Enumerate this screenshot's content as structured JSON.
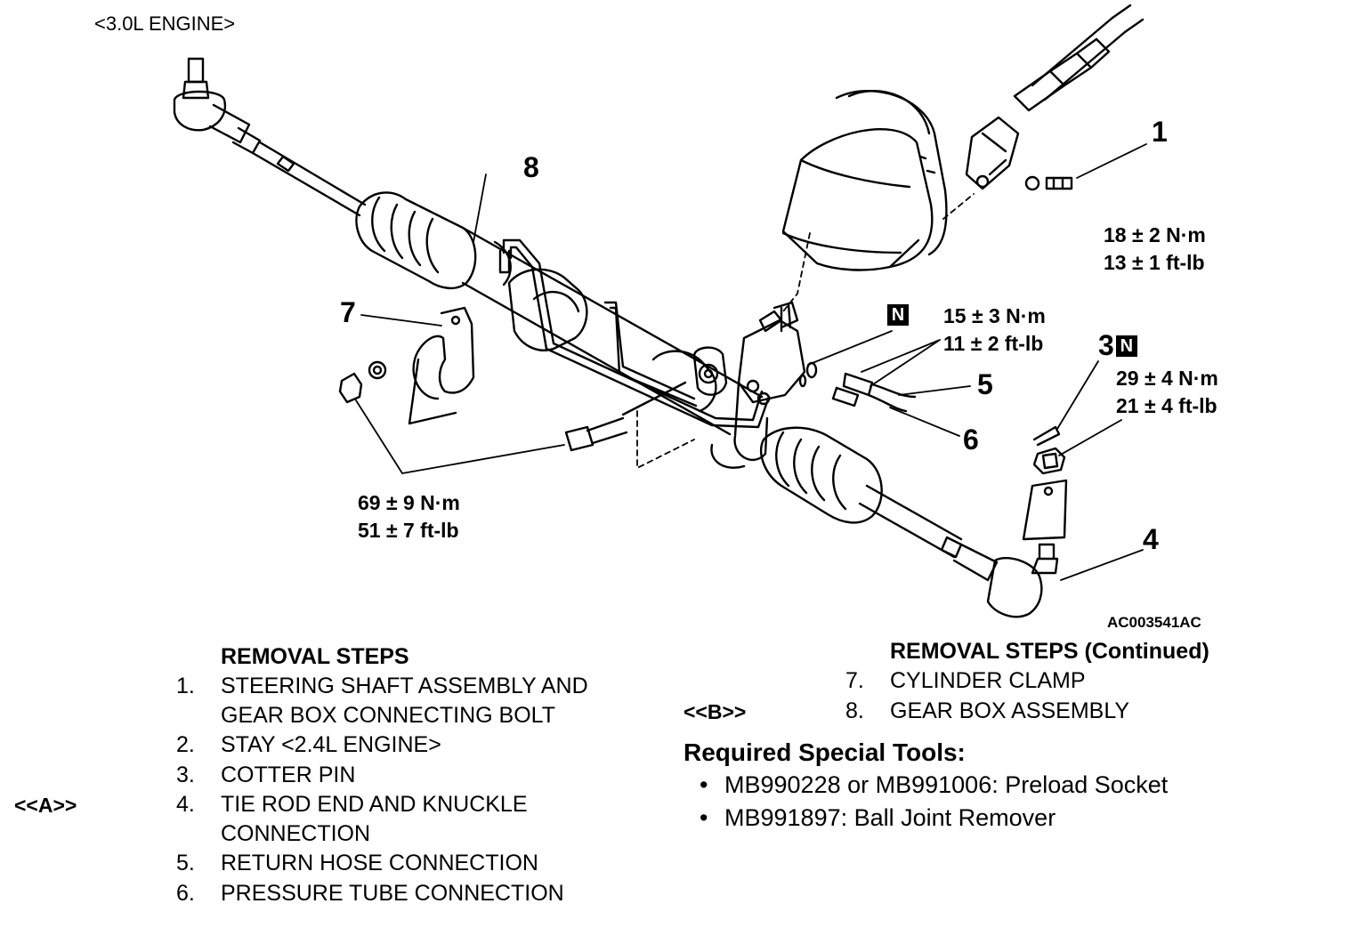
{
  "figure": {
    "engine_label": "<3.0L ENGINE>",
    "figure_id": "AC003541AC",
    "callouts": [
      {
        "id": "1",
        "number": "1"
      },
      {
        "id": "3",
        "number": "3",
        "badge": "N"
      },
      {
        "id": "4",
        "number": "4"
      },
      {
        "id": "5",
        "number": "5"
      },
      {
        "id": "6",
        "number": "6"
      },
      {
        "id": "7",
        "number": "7"
      },
      {
        "id": "8",
        "number": "8"
      }
    ],
    "loose_badge": "N",
    "torques": [
      {
        "id": "t1",
        "metric": "18 ± 2 N·m",
        "imperial": "13 ± 1 ft-lb"
      },
      {
        "id": "t2",
        "metric": "15 ± 3 N·m",
        "imperial": "11 ± 2 ft-lb"
      },
      {
        "id": "t3",
        "metric": "29 ± 4 N·m",
        "imperial": "21 ± 4 ft-lb"
      },
      {
        "id": "t4",
        "metric": "69 ± 9 N·m",
        "imperial": "51 ± 7 ft-lb"
      }
    ]
  },
  "removal_steps": {
    "heading": "REMOVAL STEPS",
    "items": [
      {
        "num": "1.",
        "lines": [
          "STEERING SHAFT ASSEMBLY AND",
          "GEAR BOX CONNECTING BOLT"
        ]
      },
      {
        "num": "2.",
        "lines": [
          "STAY <2.4L ENGINE>"
        ]
      },
      {
        "num": "3.",
        "lines": [
          "COTTER PIN"
        ]
      },
      {
        "num": "4.",
        "lines": [
          "TIE ROD END AND KNUCKLE",
          "CONNECTION"
        ],
        "marker": "<<A>>"
      },
      {
        "num": "5.",
        "lines": [
          "RETURN HOSE CONNECTION"
        ]
      },
      {
        "num": "6.",
        "lines": [
          "PRESSURE TUBE CONNECTION"
        ]
      }
    ]
  },
  "removal_steps_continued": {
    "heading": "REMOVAL STEPS (Continued)",
    "items": [
      {
        "num": "7.",
        "lines": [
          "CYLINDER CLAMP"
        ]
      },
      {
        "num": "8.",
        "lines": [
          "GEAR BOX ASSEMBLY"
        ],
        "marker": "<<B>>"
      }
    ]
  },
  "special_tools": {
    "heading": "Required Special Tools:",
    "bullet": "•",
    "items": [
      "MB990228 or MB991006: Preload Socket",
      "MB991897: Ball Joint Remover"
    ]
  }
}
